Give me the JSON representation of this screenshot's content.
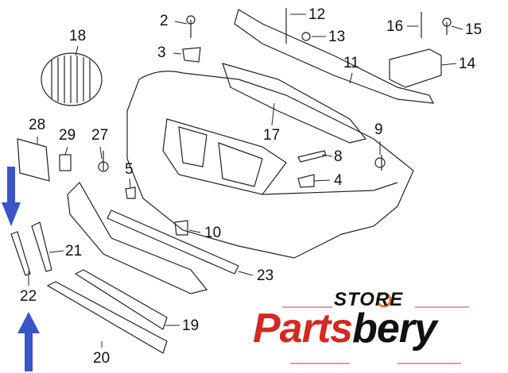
{
  "callouts": [
    "2",
    "3",
    "12",
    "13",
    "16",
    "15",
    "14",
    "11",
    "18",
    "17",
    "9",
    "8",
    "4",
    "28",
    "29",
    "27",
    "5",
    "10",
    "21",
    "23",
    "22",
    "19",
    "20"
  ],
  "logo": {
    "store": "STORE",
    "brand_red": "Parts",
    "brand_black": "bery",
    "red": "#d22a22",
    "orange": "#e07a2a"
  },
  "arrow_color": "#3a55c8"
}
